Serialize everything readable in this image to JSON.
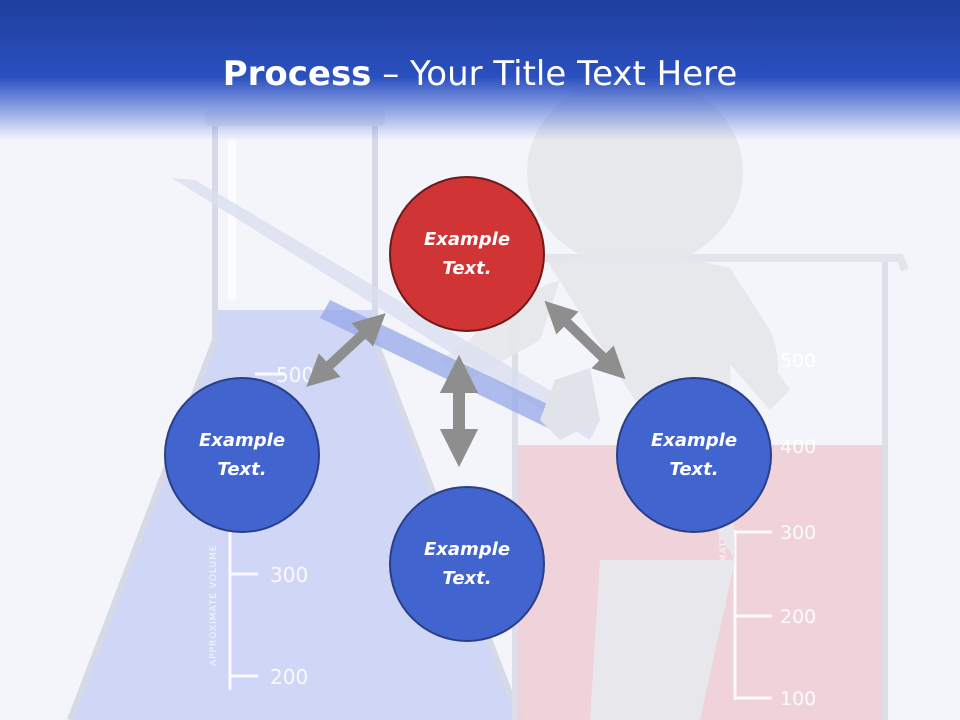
{
  "slide": {
    "title_bold": "Process",
    "title_rest": " – Your Title Text Here"
  },
  "nodes": {
    "top": {
      "line1": "Example",
      "line2": "Text."
    },
    "left": {
      "line1": "Example",
      "line2": "Text."
    },
    "right": {
      "line1": "Example",
      "line2": "Text."
    },
    "bottom": {
      "line1": "Example",
      "line2": "Text."
    }
  },
  "flask": {
    "marks": [
      "500",
      "300",
      "200"
    ],
    "side_label": "APPROXIMATE VOLUME"
  },
  "beaker": {
    "marks": [
      "500",
      "400",
      "300",
      "200",
      "100"
    ],
    "side_label": "APPROXIMATE VOLUME"
  },
  "colors": {
    "header": "#2a50bf",
    "node_blue": "#4264cf",
    "node_red": "#d03434",
    "arrow": "#8e8e8e"
  }
}
